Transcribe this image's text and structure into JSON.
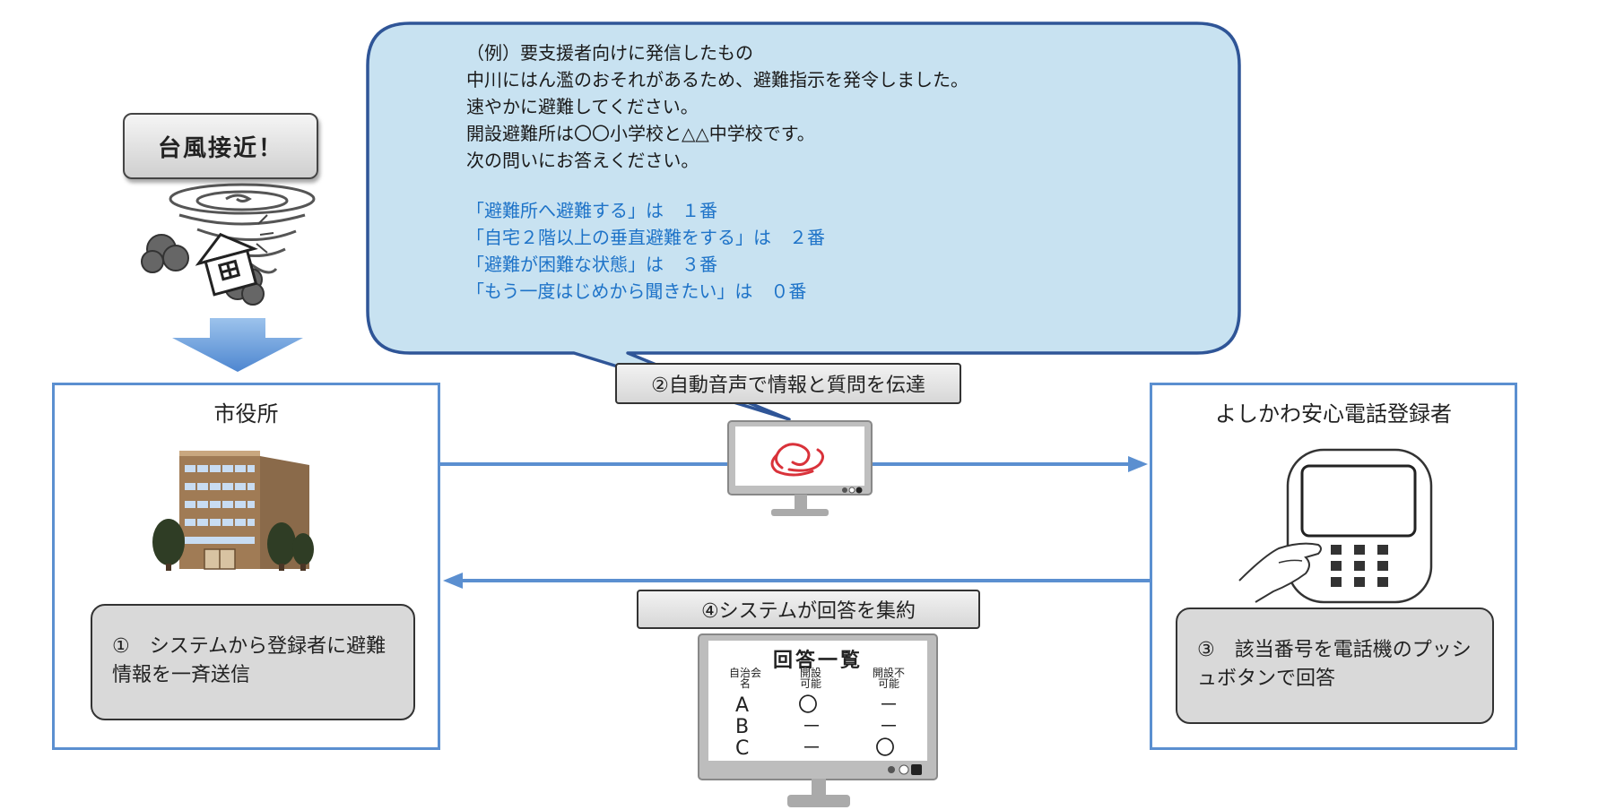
{
  "typhoon": {
    "label": "台風接近！"
  },
  "bubble": {
    "lines": [
      "（例）要支援者向けに発信したもの",
      "中川にはん濫のおそれがあるため、避難指示を発令しました。",
      "速やかに避難してください。",
      "開設避難所は〇〇小学校と△△中学校です。",
      "次の問いにお答えください。"
    ],
    "options": [
      "「避難所へ避難する」は　１番",
      "「自宅２階以上の垂直避難をする」は　２番",
      "「避難が困難な状態」は　３番",
      "「もう一度はじめから聞きたい」は　０番"
    ]
  },
  "city_hall": {
    "title": "市役所",
    "step": "①　システムから登録者に避難情報を一斉送信"
  },
  "registrant": {
    "title": "よしかわ安心電話登録者",
    "step": "③　該当番号を電話機のプッシュボタンで回答"
  },
  "step2": {
    "label": "②自動音声で情報と質問を伝達"
  },
  "step4": {
    "label": "④システムが回答を集約"
  },
  "response_list": {
    "title": "回答一覧",
    "headers": [
      "自治会名",
      "開設可能",
      "開設不可能"
    ],
    "rows": [
      [
        "A",
        "〇",
        "－"
      ],
      [
        "B",
        "－",
        "－"
      ],
      [
        "C",
        "－",
        "〇"
      ]
    ]
  },
  "colors": {
    "accent": "#5b8fd0",
    "bubble_fill": "#c8e2f1",
    "bubble_border": "#2f5597",
    "option_text": "#1e73c8"
  }
}
